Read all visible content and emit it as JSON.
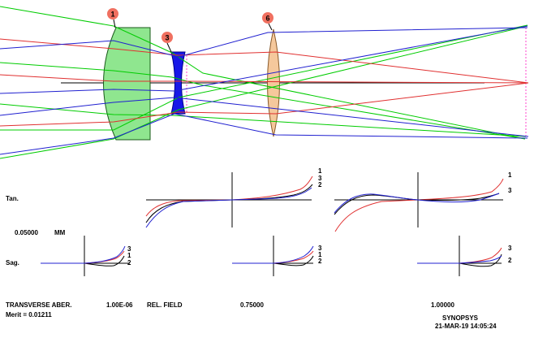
{
  "colors": {
    "ray_green": "#00cc00",
    "ray_red": "#e03030",
    "ray_blue": "#2020d0",
    "lens1_fill": "#8fe68f",
    "lens3_fill": "#1818e8",
    "lens6_fill": "#f5c89c",
    "badge_fill": "#f07060",
    "image_dashes": "#ff44cc",
    "curve_black": "#000000"
  },
  "surfaces": [
    "1",
    "3",
    "6"
  ],
  "labels": {
    "tan": "Tan.",
    "sag": "Sag.",
    "scale": "0.05000",
    "scale_unit": "MM",
    "transverse": "TRANSVERSE ABER.",
    "wavelength": "1.00E-06",
    "rel_field": "REL. FIELD",
    "field_mid": "0.75000",
    "field_full": "1.00000",
    "merit": "Merit = 0.01211",
    "brand": "SYNOPSYS",
    "date": "21-MAR-19  14:05:24"
  },
  "curve_numbers": {
    "tan_left": [
      "1",
      "3",
      "2"
    ],
    "tan_right": [
      "1",
      "3"
    ],
    "sag_left": [
      "3",
      "1",
      "2"
    ],
    "sag_mid": [
      "3",
      "1",
      "2"
    ],
    "sag_right": [
      "3",
      "2"
    ]
  }
}
